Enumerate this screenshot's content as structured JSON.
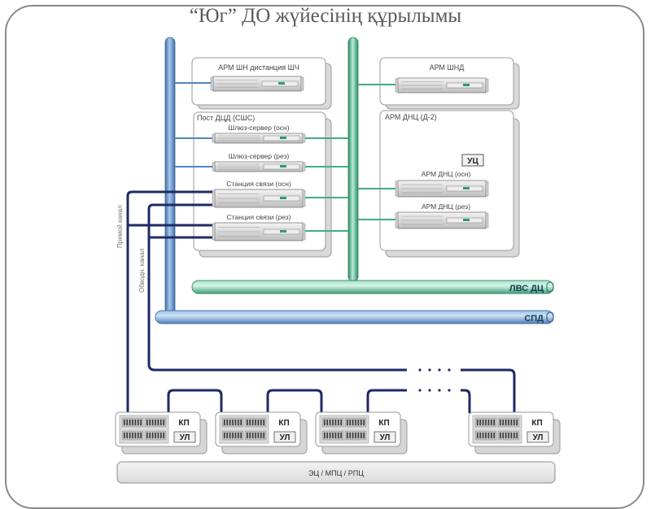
{
  "title": "“Юг” ДО жүйесінің құрылымы",
  "networks": {
    "lan": "ЛВС ДЦ",
    "spd": "СПД"
  },
  "left_group": {
    "top_box": {
      "label": "АРМ ШН дистанция ШЧ"
    },
    "post_box": {
      "label": "Пост ДЦД (СШС)",
      "servers": [
        {
          "label": "Шлюз-сервер (осн)"
        },
        {
          "label": "Шлюз-сервер (рез)"
        },
        {
          "label": "Станция связи (осн)"
        },
        {
          "label": "Станция связи (рез)"
        }
      ]
    }
  },
  "right_group": {
    "top_box": {
      "label": "АРМ ШНД"
    },
    "dnc_box": {
      "label": "АРМ ДНЦ (Д-2)",
      "badge": "УЦ",
      "servers": [
        {
          "label": "АРМ ДНЦ (осн)"
        },
        {
          "label": "АРМ ДНЦ (рез)"
        }
      ]
    }
  },
  "channel_labels": {
    "outer": "Прямой канал",
    "inner": "Обводн. канал"
  },
  "stations": [
    {
      "kp": "КП",
      "ul": "УЛ"
    },
    {
      "kp": "КП",
      "ul": "УЛ"
    },
    {
      "kp": "КП",
      "ul": "УЛ"
    },
    {
      "kp": "КП",
      "ul": "УЛ"
    }
  ],
  "ellipsis": "• • • •",
  "bottom_bar": "ЭЦ / МПЦ / РПЦ"
}
